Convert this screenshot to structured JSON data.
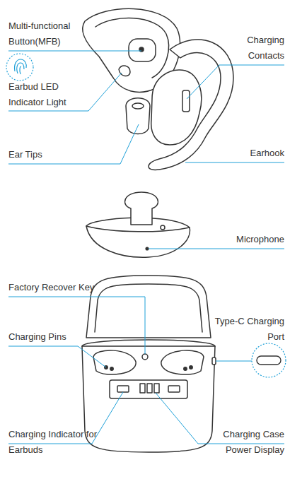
{
  "diagram": {
    "labels": [
      "Multi-functional Button(MFB)",
      "Earbud LED Indicator Light",
      "Ear Tips",
      "Charging Contacts",
      "Earhook",
      "Microphone",
      "Factory Recover Key",
      "Type-C Charging Port",
      "Charging Pins",
      "Charging Indicator for Earbuds",
      "Charging Case Power Display"
    ]
  }
}
